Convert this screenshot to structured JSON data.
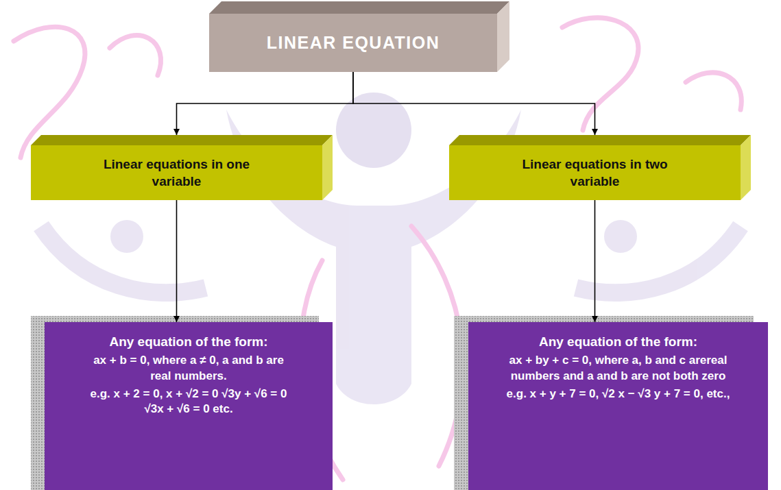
{
  "diagram": {
    "nodes": [
      {
        "text": [
          "LINEAR EQUATION"
        ]
      },
      {
        "text": [
          "Linear equations in one variable"
        ]
      },
      {
        "text": [
          "Linear equations in two variable"
        ]
      },
      {
        "text": [
          "Any equation of the form:",
          "ax + b = 0, where a ≠ 0, a and b are real numbers.",
          "e.g. x + 2 = 0, x + √2 = 0 √3y + √6 = 0 √3x + √6 = 0 etc."
        ]
      },
      {
        "text": [
          "Any equation of the form:",
          "ax + by + c = 0, where a, b and c arereal numbers and a and b are not both zero",
          "e.g. x + y + 7 = 0, √2 x − √3 y + 7 = 0, etc.,"
        ]
      }
    ],
    "edges": [
      {
        "from": 0,
        "to": 1,
        "arrow": "to"
      },
      {
        "from": 0,
        "to": 2,
        "arrow": "to"
      },
      {
        "from": 1,
        "to": 3,
        "arrow": "to"
      },
      {
        "from": 2,
        "to": 4,
        "arrow": "to"
      }
    ]
  }
}
